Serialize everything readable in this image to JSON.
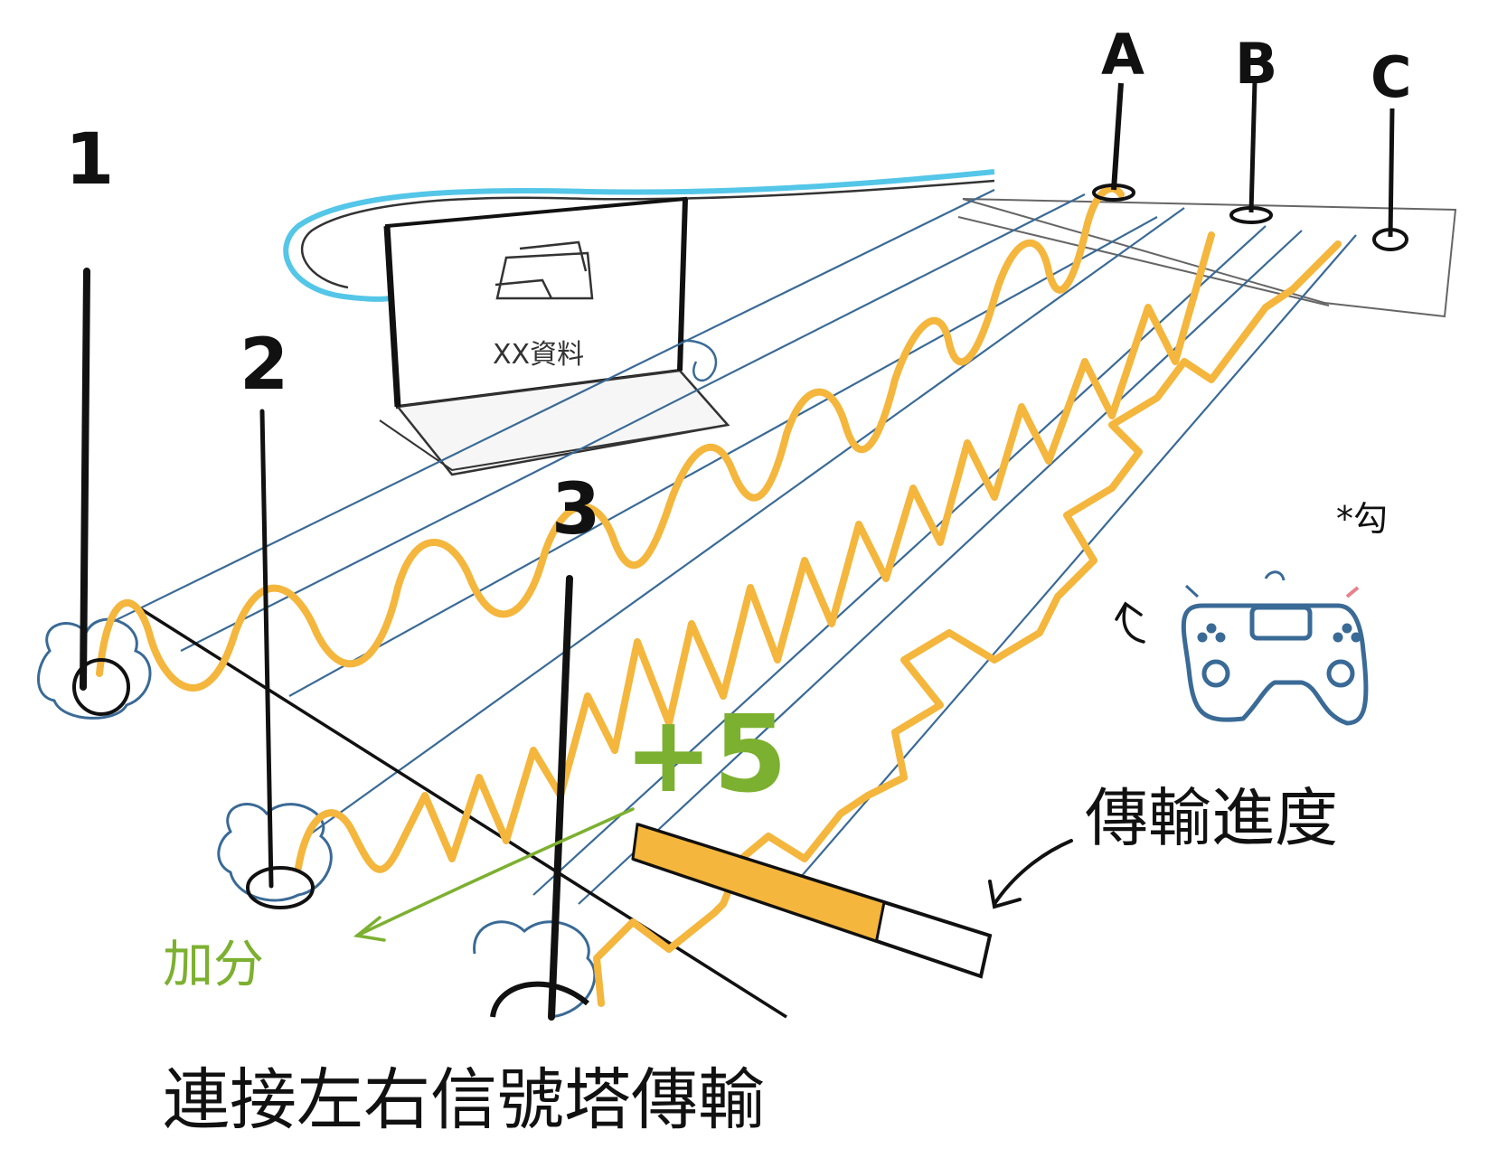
{
  "towers_left": [
    {
      "label": "1"
    },
    {
      "label": "2"
    },
    {
      "label": "3"
    }
  ],
  "towers_right": [
    {
      "label": "A"
    },
    {
      "label": "B"
    },
    {
      "label": "C"
    }
  ],
  "monitor": {
    "text": "XX資料"
  },
  "score": {
    "value": "+5",
    "caption": "加分",
    "color": "#7cb030"
  },
  "progress": {
    "label": "傳輸進度",
    "fraction": 0.7,
    "color": "#f4b63c"
  },
  "controller": {
    "note": "*勾"
  },
  "caption": "連接左右信號塔傳輸",
  "colors": {
    "signal": "#f4b63c",
    "lane": "#3a6a96",
    "cable": "#54c6e8",
    "ink": "#111111",
    "score": "#7cb030"
  },
  "icons": [
    "controller-icon",
    "folder-icon",
    "pointer-arrow-icon"
  ]
}
